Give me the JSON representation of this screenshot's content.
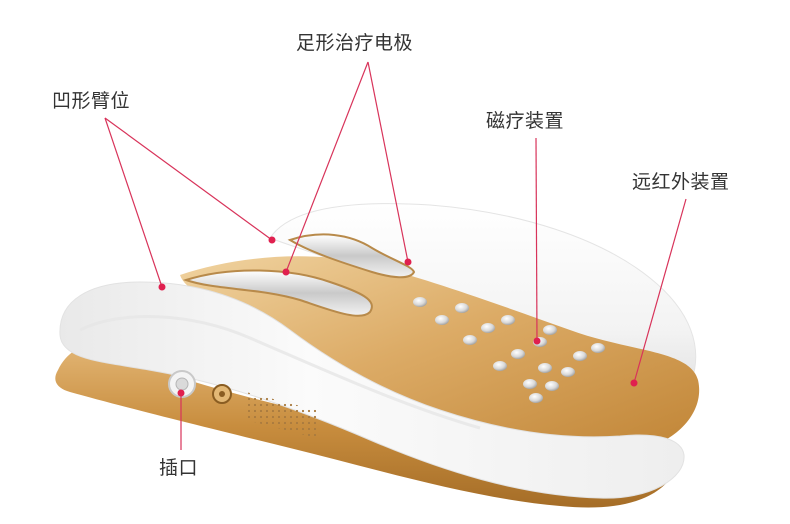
{
  "callouts": {
    "concave_arm_rest": "凹形臂位",
    "foot_electrode": "足形治疗电极",
    "magnetic_device": "磁疗装置",
    "far_infrared_device": "远红外装置",
    "socket": "插口"
  },
  "colors": {
    "callout_line": "#d8335a",
    "callout_dot": "#e0204f",
    "shell_white": "#f7f7f7",
    "body_gold": "#d8a45c",
    "base_gold": "#c98a3c",
    "label_text": "#333333"
  }
}
